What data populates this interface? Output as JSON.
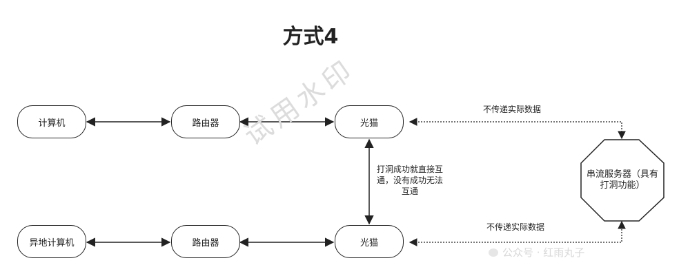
{
  "title": "方式4",
  "nodes": {
    "computer": "计算机",
    "router_top": "路由器",
    "modem_top": "光猫",
    "remote_computer": "异地计算机",
    "router_bottom": "路由器",
    "modem_bottom": "光猫",
    "relay_server": "串流服务器（具有打洞功能）"
  },
  "edge_labels": {
    "top_dotted": "不传递实际数据",
    "bottom_dotted": "不传递实际数据",
    "vertical": "打洞成功就直接互通，没有成功无法互通"
  },
  "watermark": "试用水印",
  "footer_watermark": "公众号 · 红雨丸子",
  "colors": {
    "stroke": "#222222",
    "watermark": "#dcdcdc"
  }
}
